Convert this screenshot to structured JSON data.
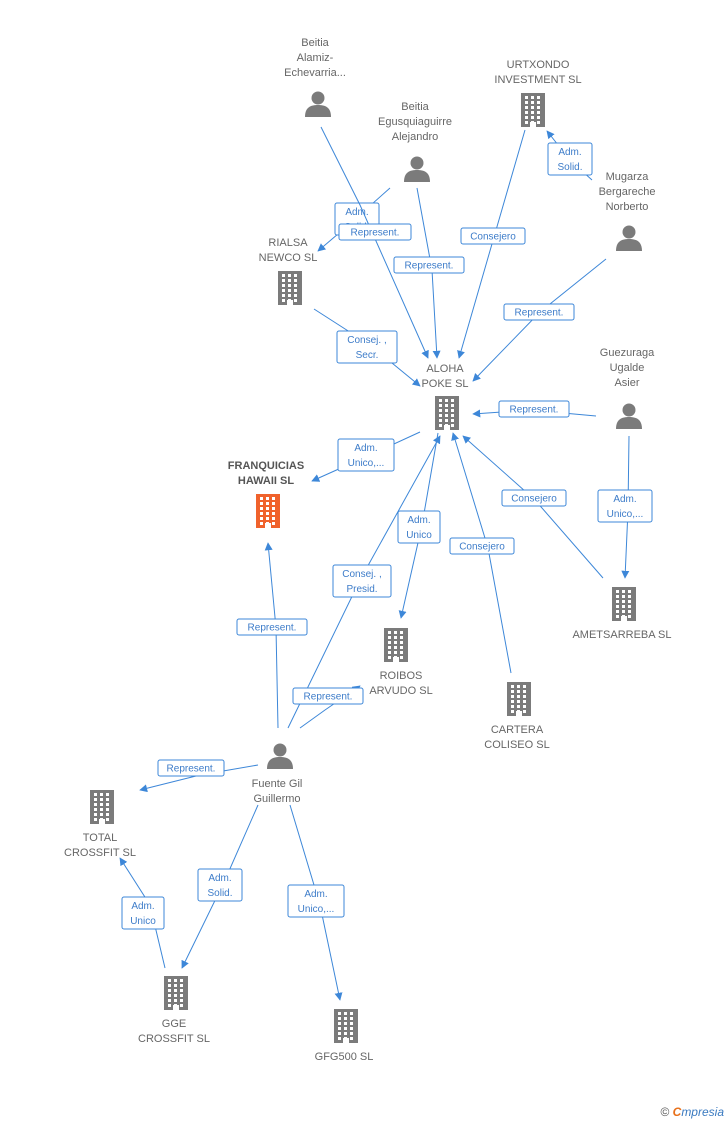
{
  "colors": {
    "edge": "#3d87d8",
    "node": "#7b7b7b",
    "focus": "#f0622c"
  },
  "nodes": [
    {
      "id": "beitia-alamiz",
      "kind": "person",
      "lines": [
        "Beitia",
        "Alamiz-",
        "Echevarria..."
      ]
    },
    {
      "id": "urtxondo",
      "kind": "company",
      "lines": [
        "URTXONDO",
        "INVESTMENT SL"
      ]
    },
    {
      "id": "beitia-egusquiaguirre",
      "kind": "person",
      "lines": [
        "Beitia",
        "Egusquiaguirre",
        "Alejandro"
      ]
    },
    {
      "id": "mugarza",
      "kind": "person",
      "lines": [
        "Mugarza",
        "Bergareche",
        "Norberto"
      ]
    },
    {
      "id": "rialsa",
      "kind": "company",
      "lines": [
        "RIALSA",
        "NEWCO SL"
      ]
    },
    {
      "id": "aloha",
      "kind": "company",
      "lines": [
        "ALOHA",
        "POKE SL"
      ]
    },
    {
      "id": "guezuraga",
      "kind": "person",
      "lines": [
        "Guezuraga",
        "Ugalde",
        "Asier"
      ]
    },
    {
      "id": "franquicias",
      "kind": "company",
      "focus": true,
      "lines": [
        "FRANQUICIAS",
        "HAWAII SL"
      ]
    },
    {
      "id": "ametsarreba",
      "kind": "company",
      "lines": [
        "AMETSARREBA SL"
      ]
    },
    {
      "id": "roibos",
      "kind": "company",
      "lines": [
        "ROIBOS",
        "ARVUDO SL"
      ]
    },
    {
      "id": "cartera",
      "kind": "company",
      "lines": [
        "CARTERA",
        "COLISEO SL"
      ]
    },
    {
      "id": "fuente",
      "kind": "person",
      "lines": [
        "Fuente Gil",
        "Guillermo"
      ]
    },
    {
      "id": "total",
      "kind": "company",
      "lines": [
        "TOTAL",
        "CROSSFIT SL"
      ]
    },
    {
      "id": "gge",
      "kind": "company",
      "lines": [
        "GGE",
        "CROSSFIT SL"
      ]
    },
    {
      "id": "gfg",
      "kind": "company",
      "lines": [
        "GFG500 SL"
      ]
    }
  ],
  "edges": [
    {
      "id": "e1",
      "lines": [
        "Adm.",
        "Solid."
      ]
    },
    {
      "id": "e2",
      "lines": [
        "Represent."
      ]
    },
    {
      "id": "e3",
      "lines": [
        "Represent."
      ]
    },
    {
      "id": "e4",
      "lines": [
        "Consejero"
      ]
    },
    {
      "id": "e5",
      "lines": [
        "Adm.",
        "Solid."
      ]
    },
    {
      "id": "e6",
      "lines": [
        "Represent."
      ]
    },
    {
      "id": "e7",
      "lines": [
        "Consej. ,",
        "Secr."
      ]
    },
    {
      "id": "e8",
      "lines": [
        "Represent."
      ]
    },
    {
      "id": "e9",
      "lines": [
        "Adm.",
        "Unico,..."
      ]
    },
    {
      "id": "e10",
      "lines": [
        "Adm.",
        "Unico"
      ]
    },
    {
      "id": "e11",
      "lines": [
        "Consejero"
      ]
    },
    {
      "id": "e12",
      "lines": [
        "Consejero"
      ]
    },
    {
      "id": "e13",
      "lines": [
        "Adm.",
        "Unico,..."
      ]
    },
    {
      "id": "e14",
      "lines": [
        "Consej. ,",
        "Presid."
      ]
    },
    {
      "id": "e15",
      "lines": [
        "Represent."
      ]
    },
    {
      "id": "e16",
      "lines": [
        "Represent."
      ]
    },
    {
      "id": "e17",
      "lines": [
        "Represent."
      ]
    },
    {
      "id": "e18",
      "lines": [
        "Adm.",
        "Solid."
      ]
    },
    {
      "id": "e19",
      "lines": [
        "Adm.",
        "Unico"
      ]
    },
    {
      "id": "e20",
      "lines": [
        "Adm.",
        "Unico,..."
      ]
    }
  ],
  "brand": {
    "copyright": "©",
    "first": "C",
    "rest": "mpresia"
  }
}
